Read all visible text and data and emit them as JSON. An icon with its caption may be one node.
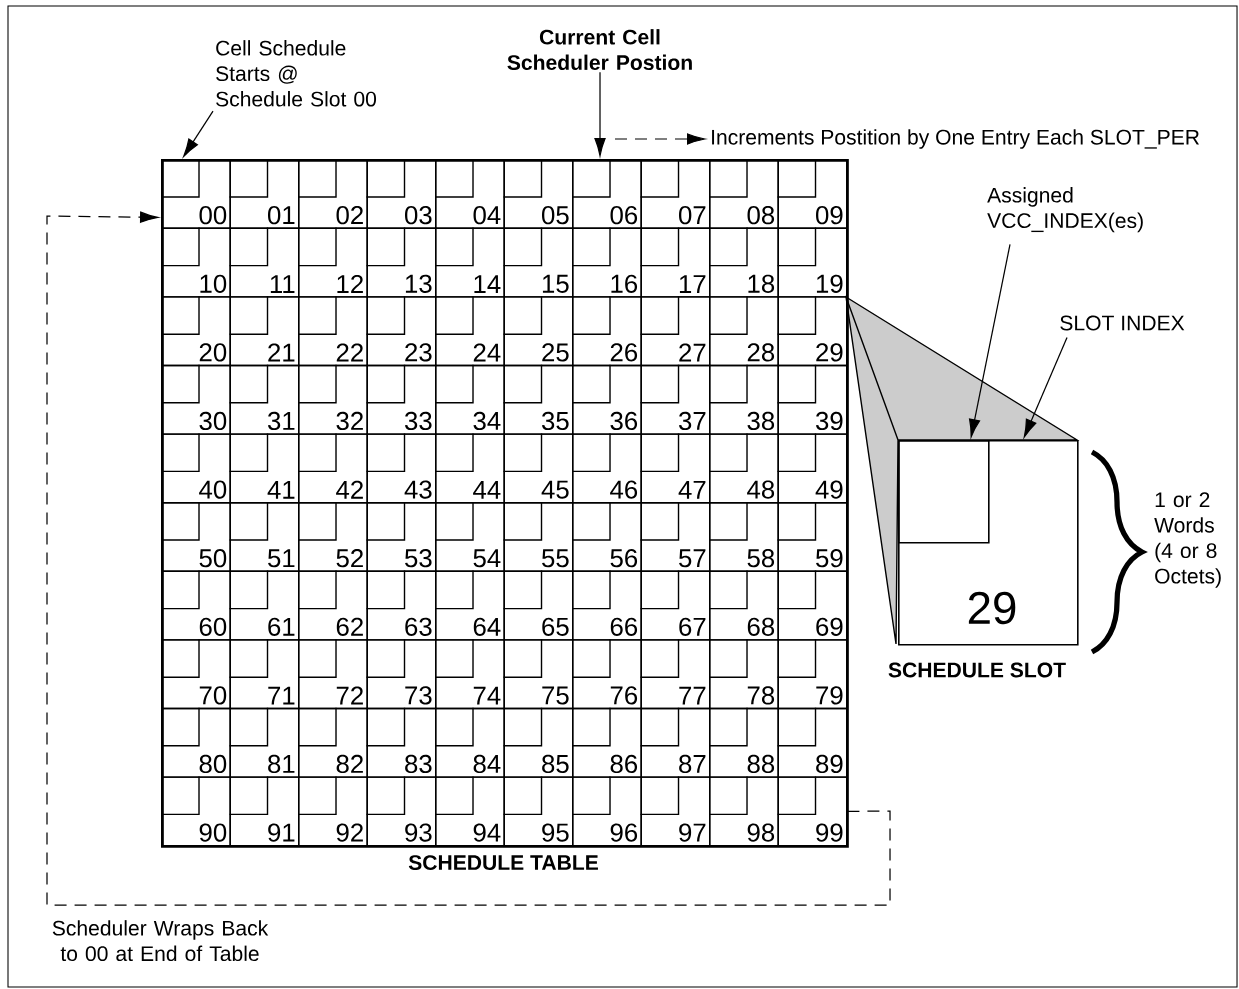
{
  "diagram": {
    "nodes": [
      {
        "text": [
          "SCHEDULE TABLE"
        ]
      },
      {
        "text": [
          "00"
        ],
        "in": 0
      },
      {
        "text": [
          "01"
        ],
        "in": 0
      },
      {
        "text": [
          "02"
        ],
        "in": 0
      },
      {
        "text": [
          "03"
        ],
        "in": 0
      },
      {
        "text": [
          "04"
        ],
        "in": 0
      },
      {
        "text": [
          "05"
        ],
        "in": 0
      },
      {
        "text": [
          "06"
        ],
        "in": 0
      },
      {
        "text": [
          "07"
        ],
        "in": 0
      },
      {
        "text": [
          "08"
        ],
        "in": 0
      },
      {
        "text": [
          "09"
        ],
        "in": 0
      },
      {
        "text": [
          "10"
        ],
        "in": 0
      },
      {
        "text": [
          "11"
        ],
        "in": 0
      },
      {
        "text": [
          "12"
        ],
        "in": 0
      },
      {
        "text": [
          "13"
        ],
        "in": 0
      },
      {
        "text": [
          "14"
        ],
        "in": 0
      },
      {
        "text": [
          "15"
        ],
        "in": 0
      },
      {
        "text": [
          "16"
        ],
        "in": 0
      },
      {
        "text": [
          "17"
        ],
        "in": 0
      },
      {
        "text": [
          "18"
        ],
        "in": 0
      },
      {
        "text": [
          "19"
        ],
        "in": 0
      },
      {
        "text": [
          "20"
        ],
        "in": 0
      },
      {
        "text": [
          "21"
        ],
        "in": 0
      },
      {
        "text": [
          "22"
        ],
        "in": 0
      },
      {
        "text": [
          "23"
        ],
        "in": 0
      },
      {
        "text": [
          "24"
        ],
        "in": 0
      },
      {
        "text": [
          "25"
        ],
        "in": 0
      },
      {
        "text": [
          "26"
        ],
        "in": 0
      },
      {
        "text": [
          "27"
        ],
        "in": 0
      },
      {
        "text": [
          "28"
        ],
        "in": 0
      },
      {
        "text": [
          "29"
        ],
        "in": 0
      },
      {
        "text": [
          "30"
        ],
        "in": 0
      },
      {
        "text": [
          "31"
        ],
        "in": 0
      },
      {
        "text": [
          "32"
        ],
        "in": 0
      },
      {
        "text": [
          "33"
        ],
        "in": 0
      },
      {
        "text": [
          "34"
        ],
        "in": 0
      },
      {
        "text": [
          "35"
        ],
        "in": 0
      },
      {
        "text": [
          "36"
        ],
        "in": 0
      },
      {
        "text": [
          "37"
        ],
        "in": 0
      },
      {
        "text": [
          "38"
        ],
        "in": 0
      },
      {
        "text": [
          "39"
        ],
        "in": 0
      },
      {
        "text": [
          "40"
        ],
        "in": 0
      },
      {
        "text": [
          "41"
        ],
        "in": 0
      },
      {
        "text": [
          "42"
        ],
        "in": 0
      },
      {
        "text": [
          "43"
        ],
        "in": 0
      },
      {
        "text": [
          "44"
        ],
        "in": 0
      },
      {
        "text": [
          "45"
        ],
        "in": 0
      },
      {
        "text": [
          "46"
        ],
        "in": 0
      },
      {
        "text": [
          "47"
        ],
        "in": 0
      },
      {
        "text": [
          "48"
        ],
        "in": 0
      },
      {
        "text": [
          "49"
        ],
        "in": 0
      },
      {
        "text": [
          "50"
        ],
        "in": 0
      },
      {
        "text": [
          "51"
        ],
        "in": 0
      },
      {
        "text": [
          "52"
        ],
        "in": 0
      },
      {
        "text": [
          "53"
        ],
        "in": 0
      },
      {
        "text": [
          "54"
        ],
        "in": 0
      },
      {
        "text": [
          "55"
        ],
        "in": 0
      },
      {
        "text": [
          "56"
        ],
        "in": 0
      },
      {
        "text": [
          "57"
        ],
        "in": 0
      },
      {
        "text": [
          "58"
        ],
        "in": 0
      },
      {
        "text": [
          "59"
        ],
        "in": 0
      },
      {
        "text": [
          "60"
        ],
        "in": 0
      },
      {
        "text": [
          "61"
        ],
        "in": 0
      },
      {
        "text": [
          "62"
        ],
        "in": 0
      },
      {
        "text": [
          "63"
        ],
        "in": 0
      },
      {
        "text": [
          "64"
        ],
        "in": 0
      },
      {
        "text": [
          "65"
        ],
        "in": 0
      },
      {
        "text": [
          "66"
        ],
        "in": 0
      },
      {
        "text": [
          "67"
        ],
        "in": 0
      },
      {
        "text": [
          "68"
        ],
        "in": 0
      },
      {
        "text": [
          "69"
        ],
        "in": 0
      },
      {
        "text": [
          "70"
        ],
        "in": 0
      },
      {
        "text": [
          "71"
        ],
        "in": 0
      },
      {
        "text": [
          "72"
        ],
        "in": 0
      },
      {
        "text": [
          "73"
        ],
        "in": 0
      },
      {
        "text": [
          "74"
        ],
        "in": 0
      },
      {
        "text": [
          "75"
        ],
        "in": 0
      },
      {
        "text": [
          "76"
        ],
        "in": 0
      },
      {
        "text": [
          "77"
        ],
        "in": 0
      },
      {
        "text": [
          "78"
        ],
        "in": 0
      },
      {
        "text": [
          "79"
        ],
        "in": 0
      },
      {
        "text": [
          "80"
        ],
        "in": 0
      },
      {
        "text": [
          "81"
        ],
        "in": 0
      },
      {
        "text": [
          "82"
        ],
        "in": 0
      },
      {
        "text": [
          "83"
        ],
        "in": 0
      },
      {
        "text": [
          "84"
        ],
        "in": 0
      },
      {
        "text": [
          "85"
        ],
        "in": 0
      },
      {
        "text": [
          "86"
        ],
        "in": 0
      },
      {
        "text": [
          "87"
        ],
        "in": 0
      },
      {
        "text": [
          "88"
        ],
        "in": 0
      },
      {
        "text": [
          "89"
        ],
        "in": 0
      },
      {
        "text": [
          "90"
        ],
        "in": 0
      },
      {
        "text": [
          "91"
        ],
        "in": 0
      },
      {
        "text": [
          "92"
        ],
        "in": 0
      },
      {
        "text": [
          "93"
        ],
        "in": 0
      },
      {
        "text": [
          "94"
        ],
        "in": 0
      },
      {
        "text": [
          "95"
        ],
        "in": 0
      },
      {
        "text": [
          "96"
        ],
        "in": 0
      },
      {
        "text": [
          "97"
        ],
        "in": 0
      },
      {
        "text": [
          "98"
        ],
        "in": 0
      },
      {
        "text": [
          "99"
        ],
        "in": 0
      },
      {
        "text": [
          "Cell Schedule Starts @ Schedule Slot 00"
        ]
      },
      {
        "text": [
          "Current Cell Scheduler Postion"
        ]
      },
      {
        "text": [
          "Increments Postition by One Entry Each SLOT_PER"
        ]
      },
      {
        "text": [
          "29",
          "SCHEDULE SLOT"
        ]
      },
      {
        "text": [],
        "shape": "box",
        "in": 104
      },
      {
        "text": [
          "Assigned VCC_INDEX(es)"
        ]
      },
      {
        "text": [
          "SLOT INDEX"
        ]
      }
    ],
    "edges": [
      {
        "from": 101,
        "to": 1,
        "arrow": "to"
      },
      {
        "from": 102,
        "to": 7,
        "arrow": "to"
      },
      {
        "from": null,
        "to": 103,
        "arrow": "to",
        "style": "dashed"
      },
      {
        "from": 100,
        "to": 1,
        "arrow": "to",
        "style": "dashed",
        "label": "Scheduler Wraps Back to 00 at End of Table"
      },
      {
        "from": 106,
        "to": 105,
        "arrow": "to"
      },
      {
        "from": 107,
        "to": 104,
        "arrow": "to"
      }
    ],
    "labels": [
      "1 or 2 Words (4 or 8 Octets)"
    ]
  }
}
